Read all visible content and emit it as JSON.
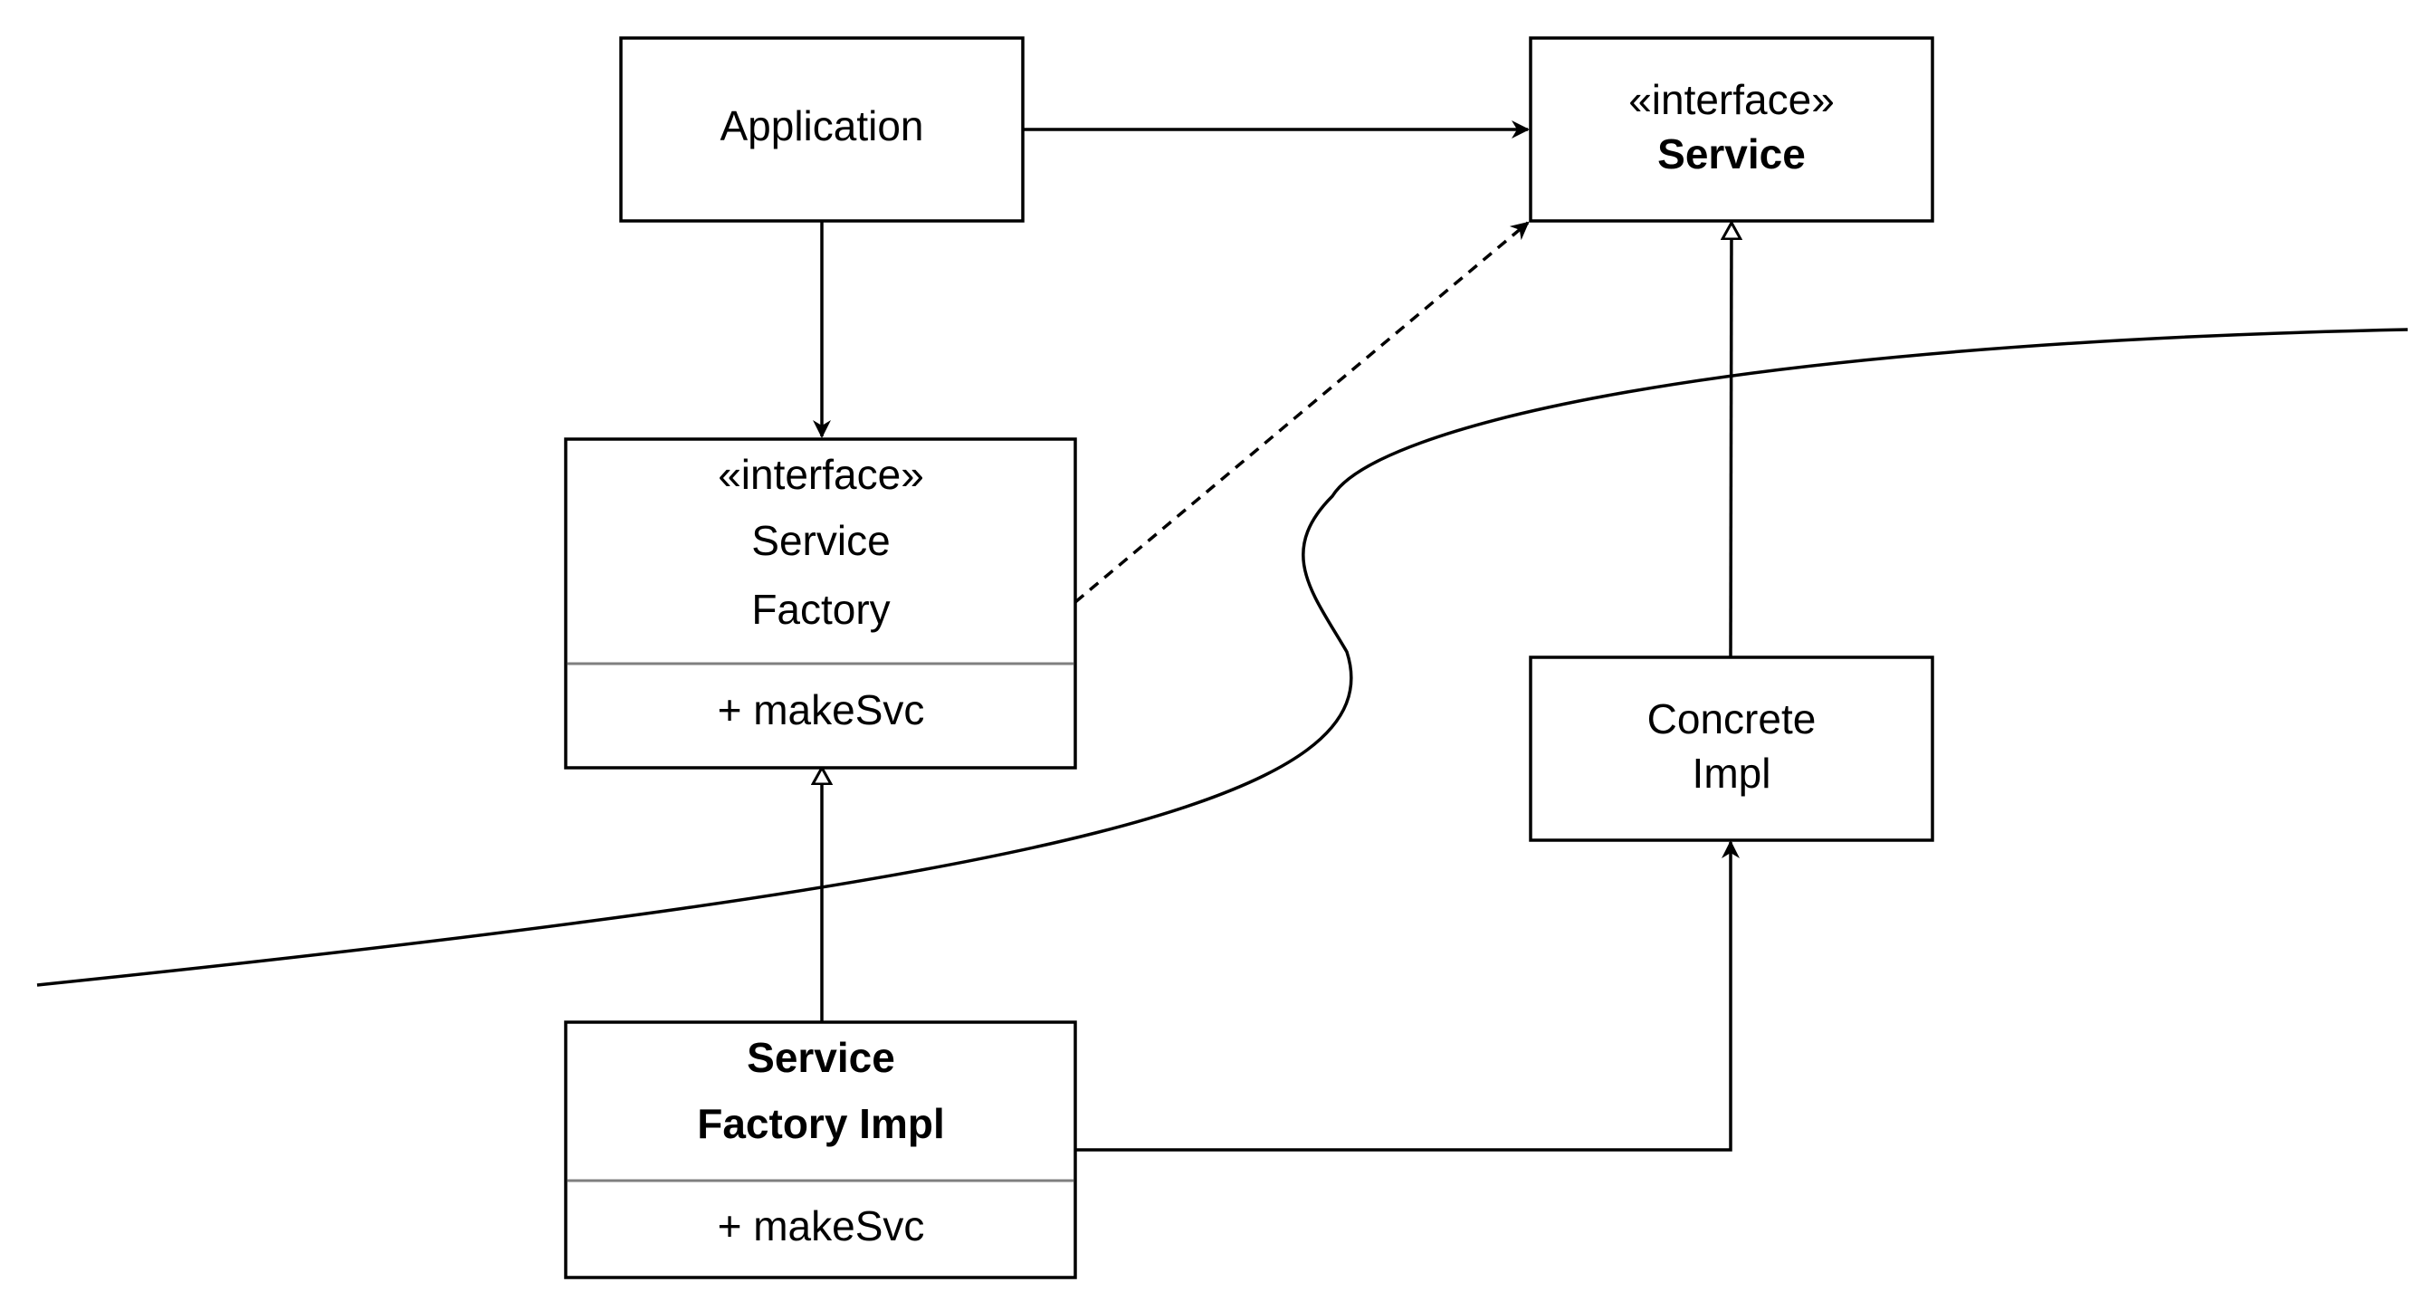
{
  "diagram": {
    "colors": {
      "stroke": "#000000",
      "separator": "#7f7f7f",
      "background": "#ffffff"
    },
    "boxes": {
      "application": {
        "name": "Application"
      },
      "service_interface": {
        "stereotype": "«interface»",
        "name": "Service"
      },
      "service_factory_interface": {
        "stereotype": "«interface»",
        "name_line1": "Service",
        "name_line2": "Factory",
        "operation": "+ makeSvc"
      },
      "concrete_impl": {
        "name_line1": "Concrete",
        "name_line2": "Impl"
      },
      "service_factory_impl": {
        "name_line1": "Service",
        "name_line2": "Factory Impl",
        "operation": "+ makeSvc"
      }
    },
    "connectors": [
      {
        "from": "Application",
        "to": "Service",
        "kind": "association"
      },
      {
        "from": "Application",
        "to": "Service Factory",
        "kind": "association"
      },
      {
        "from": "Service Factory",
        "to": "Service",
        "kind": "dependency"
      },
      {
        "from": "Concrete Impl",
        "to": "Service",
        "kind": "realization"
      },
      {
        "from": "Service Factory Impl",
        "to": "Service Factory",
        "kind": "realization"
      },
      {
        "from": "Service Factory Impl",
        "to": "Concrete Impl",
        "kind": "association"
      }
    ]
  }
}
